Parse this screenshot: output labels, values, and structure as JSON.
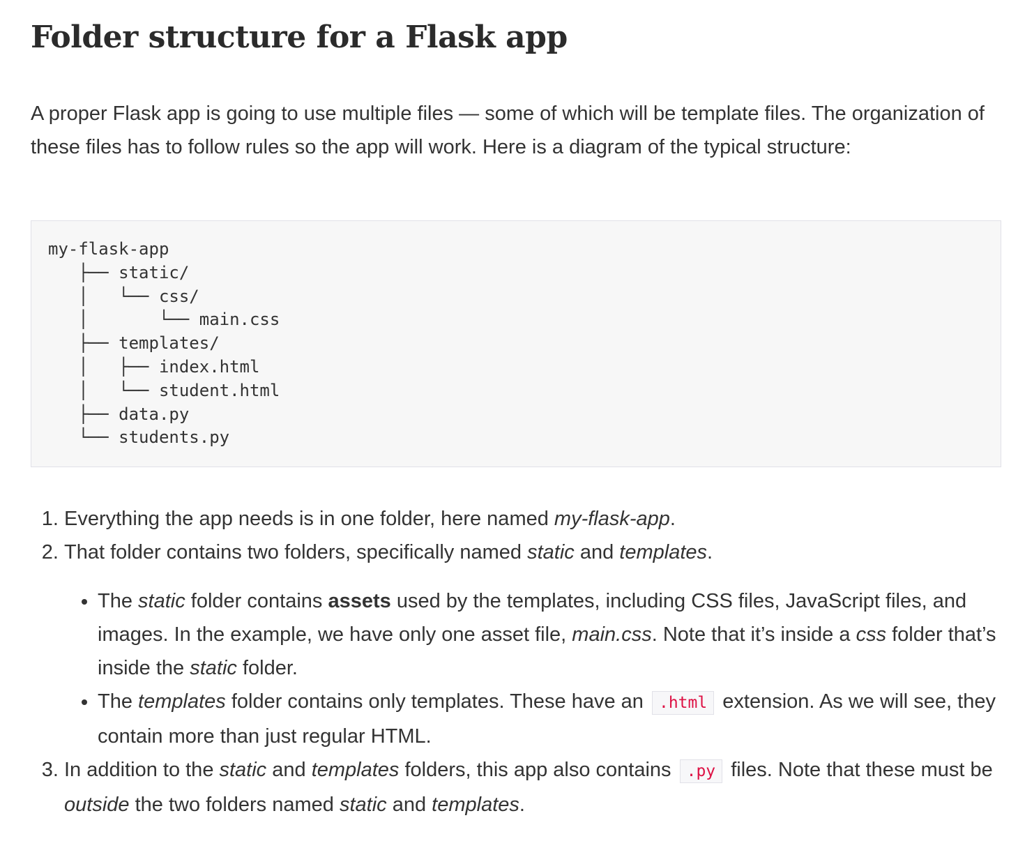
{
  "article": {
    "title": "Folder structure for a Flask app",
    "intro": "A proper Flask app is going to use multiple files — some of which will be template files. The organization of these files has to follow rules so the app will work. Here is a diagram of the typical structure:",
    "tree_lines": [
      "my-flask-app",
      "   ├── static/",
      "   │   └── css/",
      "   │       └── main.css",
      "   ├── templates/",
      "   │   ├── index.html",
      "   │   └── student.html",
      "   ├── data.py",
      "   └── students.py"
    ],
    "list": {
      "item1": {
        "t1": "Everything the app needs is in one folder, here named ",
        "e1": "my-flask-app",
        "t2": "."
      },
      "item2": {
        "t1": "That folder contains two folders, specifically named ",
        "e1": "static",
        "t2": " and ",
        "e2": "templates",
        "t3": "."
      },
      "bullet1": {
        "t1": "The ",
        "e1": "static",
        "t2": " folder contains ",
        "b1": "assets",
        "t3": " used by the templates, including CSS files, JavaScript files, and images. In the example, we have only one asset file, ",
        "e2": "main.css",
        "t4": ". Note that it’s inside a ",
        "e3": "css",
        "t5": " folder that’s inside the ",
        "e4": "static",
        "t6": " folder."
      },
      "bullet2": {
        "t1": "The ",
        "e1": "templates",
        "t2": " folder contains only templates. These have an ",
        "c1": ".html",
        "t3": " extension. As we will see, they contain more than just regular HTML."
      },
      "item3": {
        "t1": "In addition to the ",
        "e1": "static",
        "t2": " and ",
        "e2": "templates",
        "t3": " folders, this app also contains ",
        "c1": ".py",
        "t4": " files. Note that these must be ",
        "e3": "outside",
        "t5": " the two folders named ",
        "e4": "static",
        "t6": " and ",
        "e5": "templates",
        "t7": "."
      }
    }
  }
}
